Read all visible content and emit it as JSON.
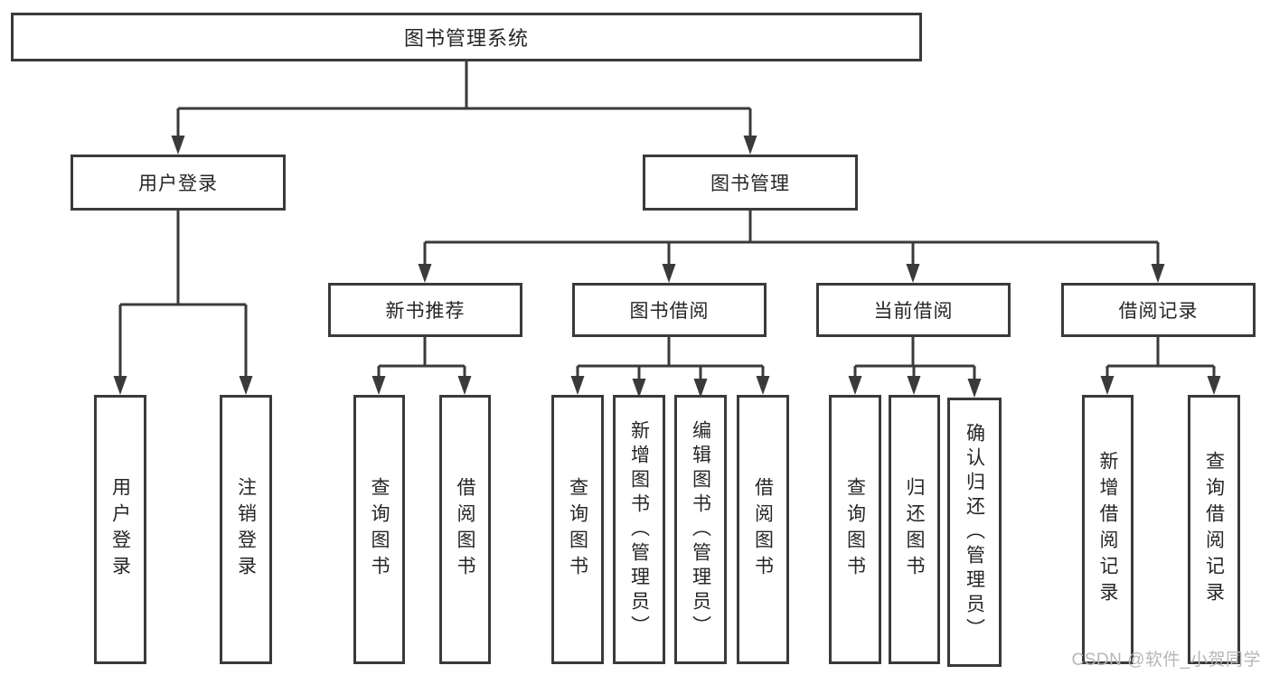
{
  "diagram": {
    "root": {
      "label": "图书管理系统"
    },
    "branches": [
      {
        "label": "用户登录",
        "leaves": [
          "用户登录",
          "注销登录"
        ]
      },
      {
        "label": "图书管理",
        "sections": [
          {
            "label": "新书推荐",
            "leaves": [
              "查询图书",
              "借阅图书"
            ]
          },
          {
            "label": "图书借阅",
            "leaves": [
              "查询图书",
              "新增图书（管理员）",
              "编辑图书（管理员）",
              "借阅图书"
            ]
          },
          {
            "label": "当前借阅",
            "leaves": [
              "查询图书",
              "归还图书",
              "确认归还（管理员）"
            ]
          },
          {
            "label": "借阅记录",
            "leaves": [
              "新增借阅记录",
              "查询借阅记录"
            ]
          }
        ]
      }
    ]
  },
  "watermark": {
    "text": "CSDN @软件_小贺同学"
  },
  "colors": {
    "line": "#3a3a3a",
    "border": "#3a3a3a",
    "text": "#262626",
    "background": "#ffffff",
    "watermark": "#b6b6b6"
  }
}
